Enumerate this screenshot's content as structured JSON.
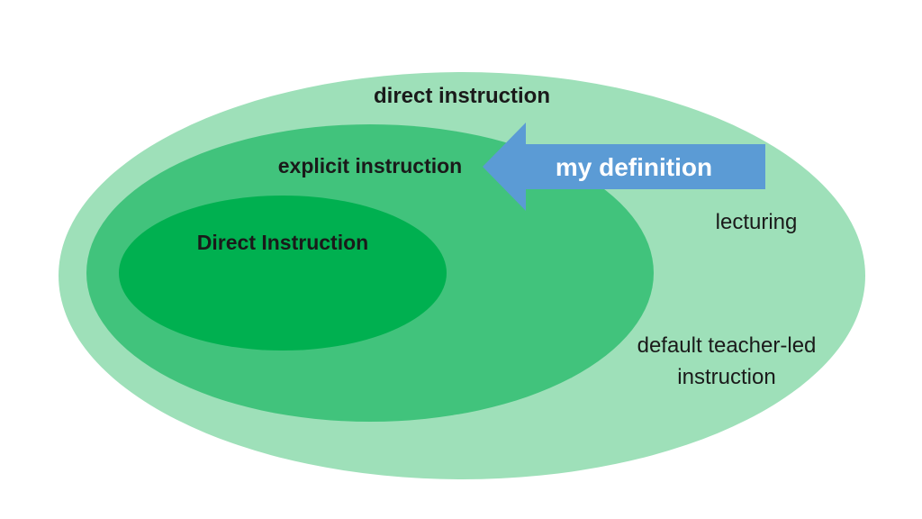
{
  "diagram": {
    "outer_label": "direct instruction",
    "middle_label": "explicit instruction",
    "inner_label": "Direct Instruction",
    "arrow_label": "my definition",
    "outer_items": [
      {
        "lines": [
          "lecturing"
        ]
      },
      {
        "lines": [
          "default teacher-led",
          "instruction"
        ]
      }
    ]
  },
  "colors": {
    "outer_fill": "#9ee0b9",
    "middle_fill": "#41c37c",
    "inner_fill": "#00b050",
    "arrow_fill": "#5b9bd5",
    "text": "#1a1a1a",
    "arrow_text": "#ffffff"
  }
}
